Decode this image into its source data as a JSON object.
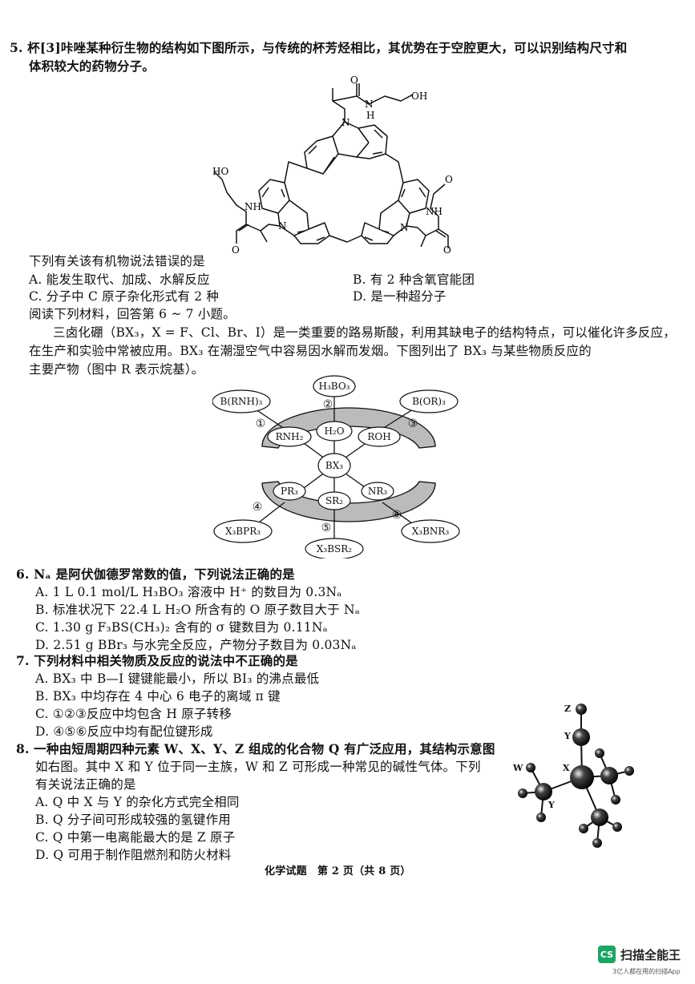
{
  "q5": {
    "stem1": "5. 杯[3]咔唑某种衍生物的结构如下图所示，与传统的杯芳烃相比，其优势在于空腔更大，可以识别结构尺寸和",
    "stem2": "体积较大的药物分子。",
    "mol": {
      "O": "O",
      "N": "N",
      "H": "H",
      "OH": "OH",
      "HO": "HO",
      "NH": "NH"
    },
    "ask": "下列有关该有机物说法错误的是",
    "A": "A. 能发生取代、加成、水解反应",
    "B": "B. 有 2 种含氧官能团",
    "C": "C. 分子中 C 原子杂化形式有 2 种",
    "D": "D. 是一种超分子"
  },
  "material": {
    "intro": "阅读下列材料，回答第 6 ~ 7 小题。",
    "p1": "三卤化硼（BX₃，X = F、Cl、Br、I）是一类重要的路易斯酸，利用其缺电子的结构特点，可以催化许多反应，",
    "p2": "在生产和实验中常被应用。BX₃ 在潮湿空气中容易因水解而发烟。下图列出了 BX₃ 与某些物质反应的",
    "p3": "主要产物（图中 R 表示烷基）。"
  },
  "diagram": {
    "center": "BX₃",
    "h2o": "H₂O",
    "h3bo3": "H₃BO₃",
    "rnh2": "RNH₂",
    "brnh3": "B(RNH)₃",
    "roh": "ROH",
    "bor3": "B(OR)₃",
    "pr3": "PR₃",
    "x3bpr3": "X₃BPR₃",
    "sr2": "SR₂",
    "x3bsr2": "X₃BSR₂",
    "nr3": "NR₃",
    "x3bnr3": "X₃BNR₃",
    "n1": "①",
    "n2": "②",
    "n3": "③",
    "n4": "④",
    "n5": "⑤",
    "n6": "⑥"
  },
  "q6": {
    "stem": "6. Nₐ 是阿伏伽德罗常数的值，下列说法正确的是",
    "A": "A. 1 L 0.1 mol/L H₃BO₃ 溶液中 H⁺ 的数目为 0.3Nₐ",
    "B": "B. 标准状况下 22.4 L H₂O 所含有的 O 原子数目大于 Nₐ",
    "C": "C. 1.30 g F₃BS(CH₃)₂ 含有的 σ 键数目为 0.11Nₐ",
    "D": "D. 2.51 g BBr₃ 与水完全反应，产物分子数目为 0.03Nₐ"
  },
  "q7": {
    "stem": "7. 下列材料中相关物质及反应的说法中不正确的是",
    "A": "A. BX₃ 中 B—I 键键能最小，所以 BI₃ 的沸点最低",
    "B": "B. BX₃ 中均存在 4 中心 6 电子的离域 π 键",
    "C": "C. ①②③反应中均包含 H 原子转移",
    "D": "D. ④⑤⑥反应中均有配位键形成"
  },
  "q8": {
    "stem1": "8. 一种由短周期四种元素 W、X、Y、Z 组成的化合物 Q 有广泛应用，其结构示意图",
    "stem2": "如右图。其中 X 和 Y 位于同一主族，W 和 Z 可形成一种常见的碱性气体。下列",
    "stem3": "有关说法正确的是",
    "A": "A. Q 中 X 与 Y 的杂化方式完全相同",
    "B": "B. Q 分子间可形成较强的氢键作用",
    "C": "C. Q 中第一电离能最大的是 Z 原子",
    "D": "D. Q 可用于制作阻燃剂和防火材料",
    "labels": {
      "Z": "Z",
      "Y1": "Y",
      "W": "W",
      "X": "X",
      "Y2": "Y"
    }
  },
  "footer": "化学试题　第 2 页（共 8 页）",
  "watermark": {
    "brand": "扫描全能王",
    "slogan": "3亿人都在用的扫描App",
    "logo": "CS"
  }
}
